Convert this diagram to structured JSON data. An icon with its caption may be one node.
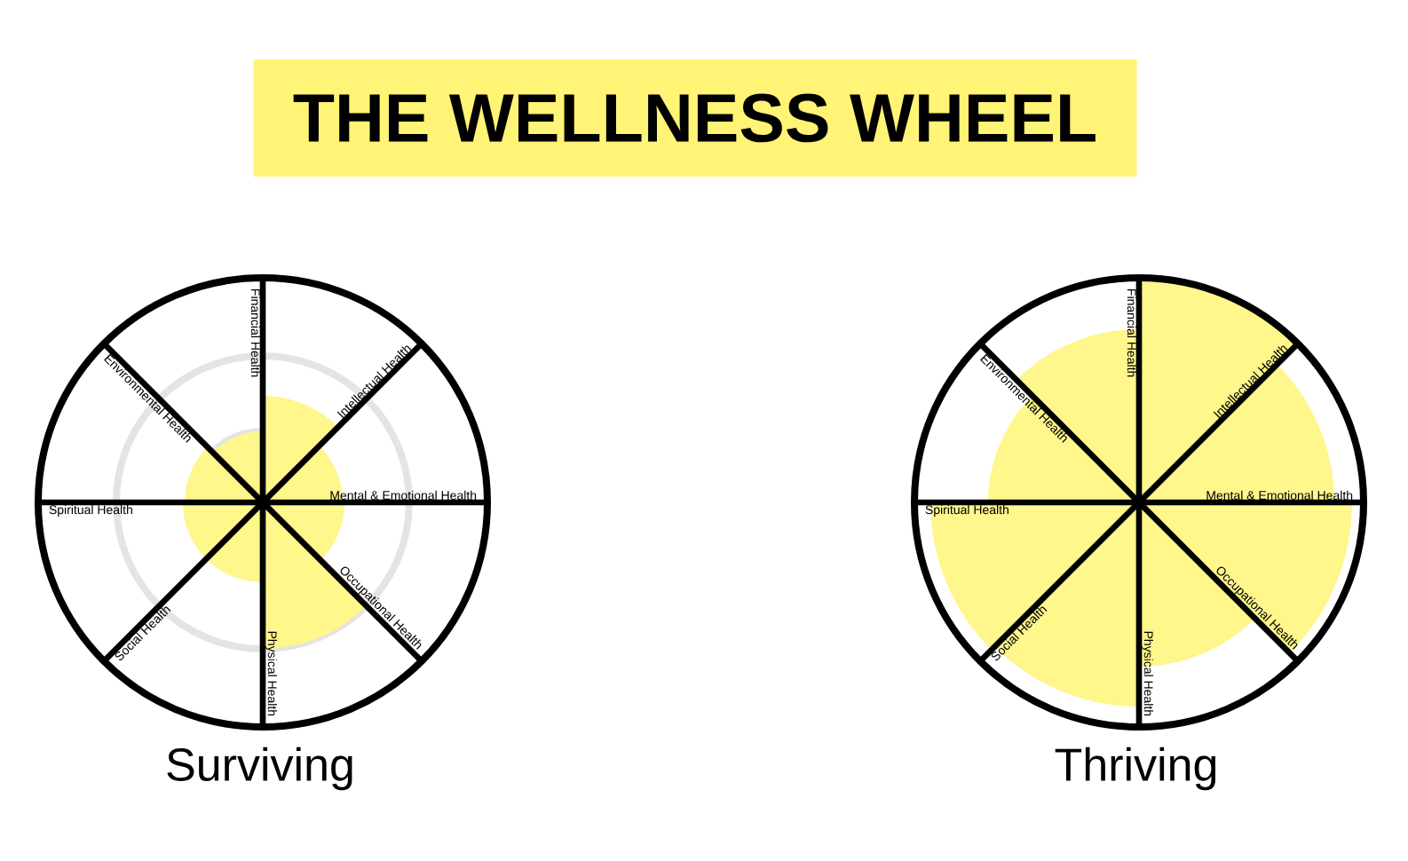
{
  "diagram": {
    "title": "THE WELLNESS WHEEL",
    "nodes": [
      {
        "text": [
          "Financial Health",
          "Intellectual Health",
          "Mental & Emotional Health",
          "Occupational Health",
          "Physical Health",
          "Social Health",
          "Spiritual Health",
          "Environmental Health"
        ],
        "beside": [
          "Surviving"
        ]
      },
      {
        "text": [
          "Financial Health",
          "Intellectual Health",
          "Mental & Emotional Health",
          "Occupational Health",
          "Physical Health",
          "Social Health",
          "Spiritual Health",
          "Environmental Health"
        ],
        "beside": [
          "Thriving"
        ]
      }
    ]
  }
}
